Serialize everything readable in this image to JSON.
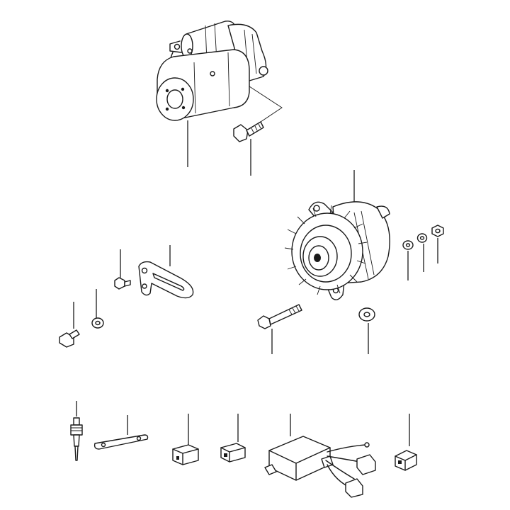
{
  "diagram": {
    "style": "exploded-parts",
    "line_color": "#1a1a1a",
    "background": "#ffffff",
    "parts": [
      {
        "id": "starter-motor",
        "icon": "starter-motor-icon"
      },
      {
        "id": "starter-bolt",
        "icon": "bolt-icon"
      },
      {
        "id": "alternator",
        "icon": "alternator-icon"
      },
      {
        "id": "alternator-lock-washer",
        "icon": "lock-washer-icon"
      },
      {
        "id": "alternator-spring-washer",
        "icon": "spring-washer-icon"
      },
      {
        "id": "alternator-nut",
        "icon": "nut-icon"
      },
      {
        "id": "adjusting-bracket",
        "icon": "bracket-icon"
      },
      {
        "id": "bracket-small-bolt",
        "icon": "bolt-icon"
      },
      {
        "id": "bracket-washer",
        "icon": "washer-icon"
      },
      {
        "id": "bracket-bolt",
        "icon": "bolt-icon"
      },
      {
        "id": "long-pivot-bolt",
        "icon": "bolt-icon"
      },
      {
        "id": "flat-washer",
        "icon": "washer-icon"
      },
      {
        "id": "glow-plug",
        "icon": "glow-plug-icon"
      },
      {
        "id": "bus-bar",
        "icon": "bus-bar-icon"
      },
      {
        "id": "connector-a",
        "icon": "connector-icon"
      },
      {
        "id": "connector-b",
        "icon": "connector-icon"
      },
      {
        "id": "glow-controller",
        "icon": "controller-module-icon"
      },
      {
        "id": "connector-c",
        "icon": "connector-icon"
      }
    ]
  }
}
